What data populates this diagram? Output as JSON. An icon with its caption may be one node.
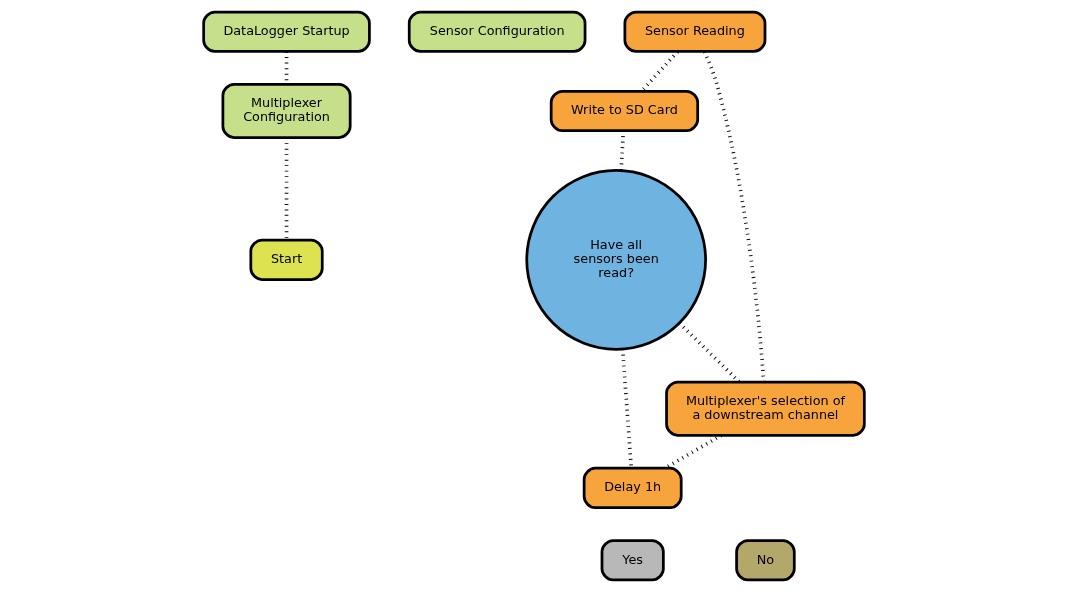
{
  "diagram": {
    "nodes": [
      {
        "text": [
          "Multiplexer Configuration"
        ]
      },
      {
        "text": [
          "DataLogger Startup"
        ]
      },
      {
        "text": [
          "Start"
        ]
      },
      {
        "text": [
          "Sensor Configuration"
        ]
      },
      {
        "text": [
          "Sensor Reading"
        ]
      },
      {
        "text": [
          "Write to SD Card"
        ]
      },
      {
        "text": [
          "Multiplexer's selection of a downstream channel"
        ]
      },
      {
        "text": [
          "Delay 1h"
        ]
      },
      {
        "text": [
          "Have all sensors been read?"
        ]
      },
      {
        "text": [
          "Yes"
        ]
      },
      {
        "text": [
          "No"
        ]
      }
    ],
    "edges": [
      {
        "from": 1,
        "to": 0,
        "arrow": "none"
      },
      {
        "from": 0,
        "to": 2,
        "arrow": "none"
      },
      {
        "from": 6,
        "to": 4,
        "arrow": "none"
      },
      {
        "from": 4,
        "to": 5,
        "arrow": "none"
      },
      {
        "from": 5,
        "to": 8,
        "arrow": "none"
      },
      {
        "from": 8,
        "to": 6,
        "arrow": "none"
      },
      {
        "from": 8,
        "to": 7,
        "arrow": "none"
      },
      {
        "from": 6,
        "to": 7,
        "arrow": "none"
      }
    ]
  }
}
